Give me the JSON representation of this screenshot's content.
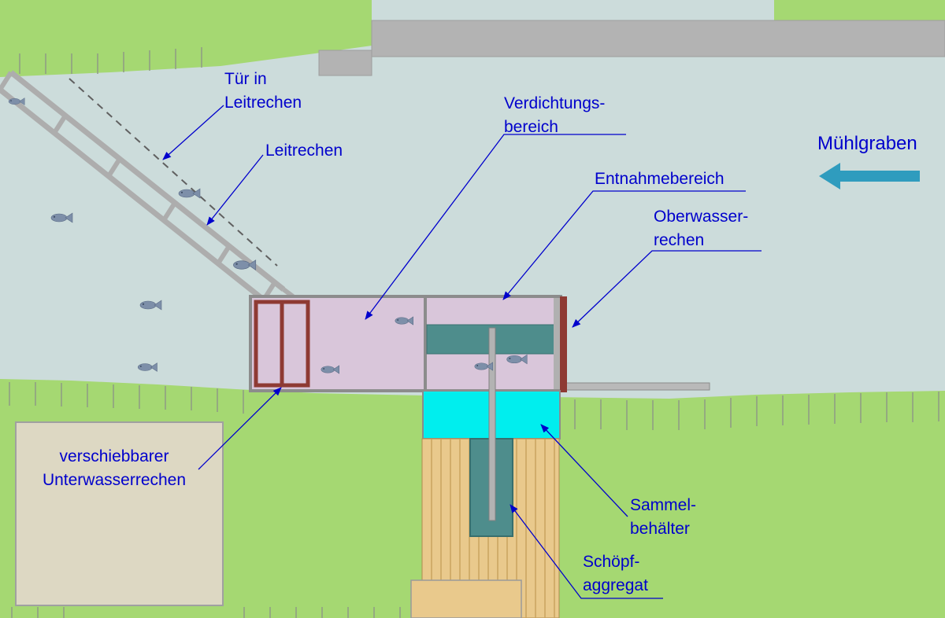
{
  "labels": {
    "tuer_in_leitrechen": {
      "line1": "Tür in",
      "line2": "Leitrechen"
    },
    "leitrechen": {
      "text": "Leitrechen"
    },
    "verdichtungsbereich": {
      "line1": "Verdichtungs-",
      "line2": "bereich"
    },
    "entnahmebereich": {
      "text": "Entnahmebereich"
    },
    "oberwasserrechen": {
      "line1": "Oberwasser-",
      "line2": "rechen"
    },
    "muehlgraben": {
      "text": "Mühlgraben"
    },
    "unterwasserrechen": {
      "line1": "verschiebbarer",
      "line2": "Unterwasserrechen"
    },
    "sammelbehaelter": {
      "line1": "Sammel-",
      "line2": "behälter"
    },
    "schoepfaggregat": {
      "line1": "Schöpf-",
      "line2": "aggregat"
    }
  },
  "flow": {
    "direction": "left",
    "arrow_color": "#2f9cbe"
  },
  "icons": {
    "fish": "fish-icon",
    "flow_arrow": "flow-arrow-icon"
  },
  "colors": {
    "label_text": "#0000cc",
    "water": "#ccdcdb",
    "grass": "#a5d872",
    "road": "#b3b3b3",
    "structure_pink": "#d9c6da",
    "rack_red": "#8e3a33",
    "teal": "#4e8d8c",
    "basin_cyan": "#00eeee",
    "planks": "#e9c98c",
    "building": "#ddd8c3",
    "fish": "#7d8fa9"
  }
}
